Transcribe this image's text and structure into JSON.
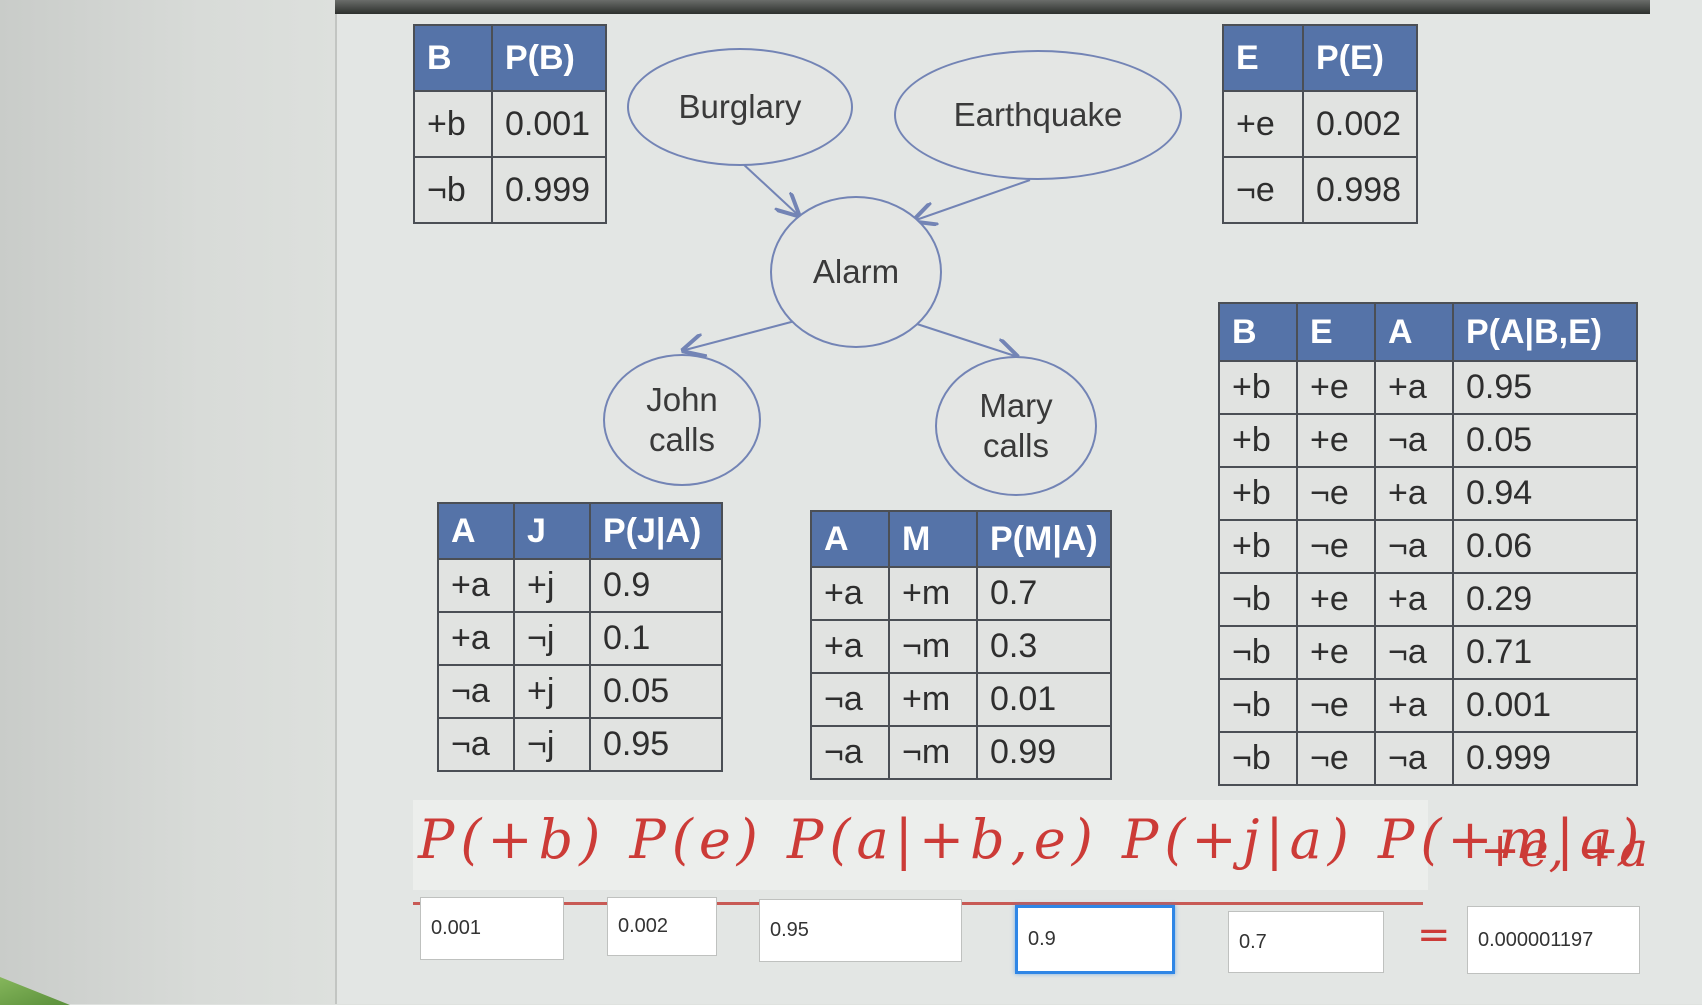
{
  "nodes": {
    "burglary": "Burglary",
    "earthquake": "Earthquake",
    "alarm": "Alarm",
    "john_line1": "John",
    "john_line2": "calls",
    "mary_line1": "Mary",
    "mary_line2": "calls"
  },
  "tables": {
    "pb": {
      "headers": [
        "B",
        "P(B)"
      ],
      "rows": [
        [
          "+b",
          "0.001"
        ],
        [
          "¬b",
          "0.999"
        ]
      ]
    },
    "pe": {
      "headers": [
        "E",
        "P(E)"
      ],
      "rows": [
        [
          "+e",
          "0.002"
        ],
        [
          "¬e",
          "0.998"
        ]
      ]
    },
    "pa": {
      "headers": [
        "B",
        "E",
        "A",
        "P(A|B,E)"
      ],
      "rows": [
        [
          "+b",
          "+e",
          "+a",
          "0.95"
        ],
        [
          "+b",
          "+e",
          "¬a",
          "0.05"
        ],
        [
          "+b",
          "¬e",
          "+a",
          "0.94"
        ],
        [
          "+b",
          "¬e",
          "¬a",
          "0.06"
        ],
        [
          "¬b",
          "+e",
          "+a",
          "0.29"
        ],
        [
          "¬b",
          "+e",
          "¬a",
          "0.71"
        ],
        [
          "¬b",
          "¬e",
          "+a",
          "0.001"
        ],
        [
          "¬b",
          "¬e",
          "¬a",
          "0.999"
        ]
      ]
    },
    "pj": {
      "headers": [
        "A",
        "J",
        "P(J|A)"
      ],
      "rows": [
        [
          "+a",
          "+j",
          "0.9"
        ],
        [
          "+a",
          "¬j",
          "0.1"
        ],
        [
          "¬a",
          "+j",
          "0.05"
        ],
        [
          "¬a",
          "¬j",
          "0.95"
        ]
      ]
    },
    "pm": {
      "headers": [
        "A",
        "M",
        "P(M|A)"
      ],
      "rows": [
        [
          "+a",
          "+m",
          "0.7"
        ],
        [
          "+a",
          "¬m",
          "0.3"
        ],
        [
          "¬a",
          "+m",
          "0.01"
        ],
        [
          "¬a",
          "¬m",
          "0.99"
        ]
      ]
    }
  },
  "handwriting": {
    "formula": "P(+b) P(e) P(a|+b,e) P(+j|a) P(+m|a)",
    "tail": "+e, +a",
    "equals": "="
  },
  "inputs": {
    "pb_value": "0.001",
    "pe_value": "0.002",
    "pa_value": "0.95",
    "pj_value": "0.9",
    "pm_value": "0.7",
    "result_value": "0.000001197"
  },
  "colors": {
    "header_blue": "#5573a8",
    "handwriting_red": "#cc3b37",
    "focus_blue": "#2f86e6"
  }
}
